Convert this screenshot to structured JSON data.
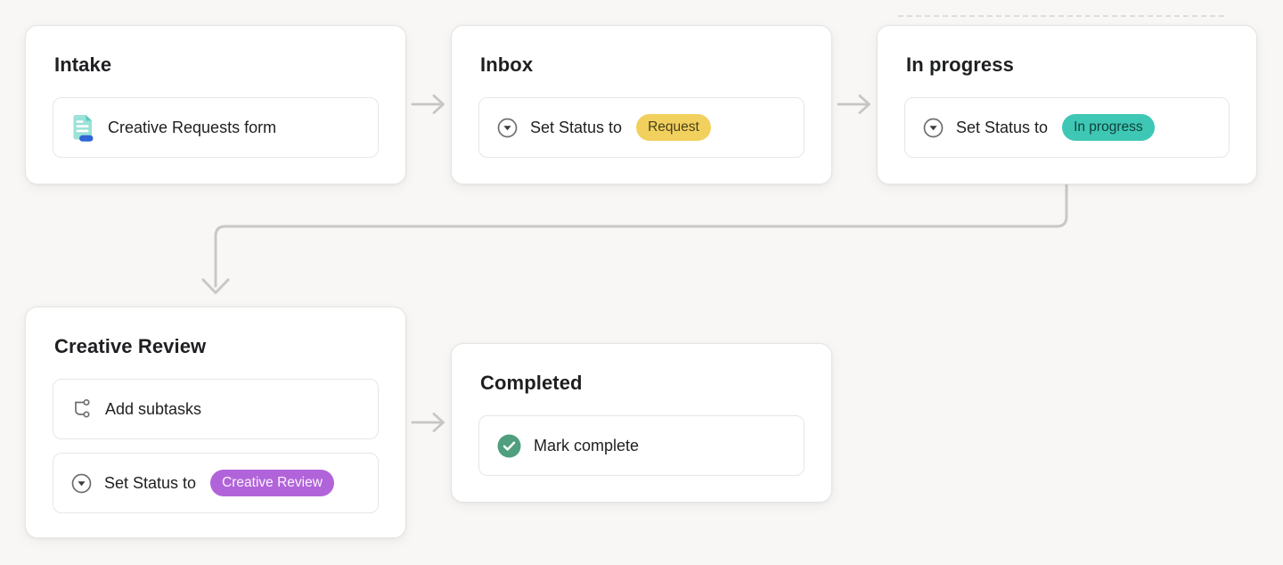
{
  "workflow": {
    "cards": [
      {
        "id": "intake",
        "title": "Intake",
        "items": [
          {
            "icon": "form-icon",
            "label": "Creative Requests form"
          }
        ]
      },
      {
        "id": "inbox",
        "title": "Inbox",
        "items": [
          {
            "icon": "status-dropdown-icon",
            "label": "Set Status to",
            "badge": {
              "text": "Request",
              "bg": "#f2d05e",
              "color": "#48411a"
            }
          }
        ]
      },
      {
        "id": "in-progress",
        "title": "In progress",
        "items": [
          {
            "icon": "status-dropdown-icon",
            "label": "Set Status to",
            "badge": {
              "text": "In progress",
              "bg": "#3ec7b4",
              "color": "#11403a"
            }
          }
        ]
      },
      {
        "id": "creative-review",
        "title": "Creative Review",
        "items": [
          {
            "icon": "subtask-icon",
            "label": "Add subtasks"
          },
          {
            "icon": "status-dropdown-icon",
            "label": "Set Status to",
            "badge": {
              "text": "Creative Review",
              "bg": "#b164da",
              "color": "#fbf3fe"
            }
          }
        ]
      },
      {
        "id": "completed",
        "title": "Completed",
        "items": [
          {
            "icon": "check-circle-icon",
            "label": "Mark complete"
          }
        ]
      }
    ]
  },
  "colors": {
    "canvas_bg": "#f8f7f5",
    "card_border": "#e5e4e2",
    "text": "#1e1f21",
    "arrow": "#c7c6c4",
    "gray_icon": "#6d6e6f",
    "check_green": "#4f9f7e",
    "form_icon_body": "#9be2d8",
    "form_icon_fold": "#5bc9bd",
    "form_icon_button": "#2f66d6"
  }
}
